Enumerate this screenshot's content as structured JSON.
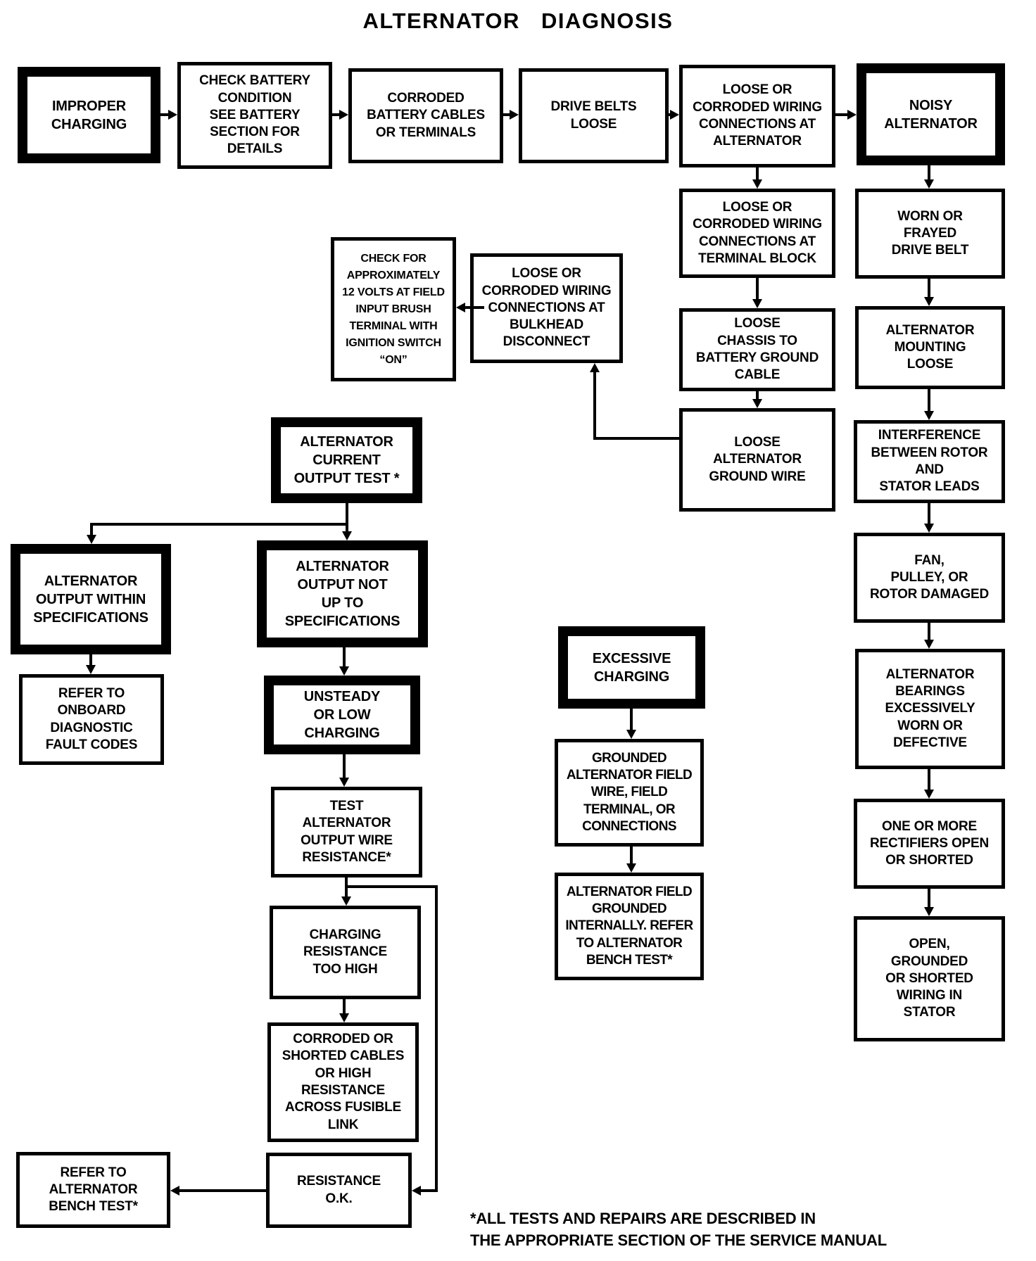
{
  "title": "ALTERNATOR DIAGNOSIS",
  "footnote": "*ALL TESTS AND REPAIRS ARE DESCRIBED IN\nTHE APPROPRIATE SECTION OF THE SERVICE MANUAL",
  "colors": {
    "ink": "#000000",
    "paper": "#ffffff"
  },
  "nodes": {
    "improper_charging": "IMPROPER\nCHARGING",
    "check_battery": "CHECK BATTERY\nCONDITION\nSEE BATTERY\nSECTION FOR\nDETAILS",
    "corroded_battery_cables": "CORRODED\nBATTERY CABLES\nOR TERMINALS",
    "drive_belts_loose": "DRIVE BELTS\nLOOSE",
    "loose_wiring_alternator": "LOOSE OR\nCORRODED WIRING\nCONNECTIONS AT\nALTERNATOR",
    "noisy_alternator": "NOISY\nALTERNATOR",
    "loose_wiring_terminal_block": "LOOSE OR\nCORRODED WIRING\nCONNECTIONS AT\nTERMINAL BLOCK",
    "loose_chassis_ground_cable": "LOOSE\nCHASSIS TO\nBATTERY GROUND\nCABLE",
    "loose_alternator_ground_wire": "LOOSE\nALTERNATOR\nGROUND WIRE",
    "worn_frayed_drive_belt": "WORN OR\nFRAYED\nDRIVE BELT",
    "alternator_mounting_loose": "ALTERNATOR\nMOUNTING\nLOOSE",
    "interference_rotor_stator": "INTERFERENCE\nBETWEEN ROTOR\nAND\nSTATOR LEADS",
    "fan_pulley_rotor_damaged": "FAN,\nPULLEY, OR\nROTOR DAMAGED",
    "alternator_bearings_worn": "ALTERNATOR\nBEARINGS\nEXCESSIVELY\nWORN OR\nDEFECTIVE",
    "rectifiers_open_shorted": "ONE OR MORE\nRECTIFIERS OPEN\nOR SHORTED",
    "stator_wiring_fault": "OPEN,\nGROUNDED\nOR SHORTED\nWIRING IN\nSTATOR",
    "check_12_volts_field": "CHECK FOR\nAPPROXIMATELY\n12 VOLTS AT FIELD\nINPUT BRUSH\nTERMINAL WITH\nIGNITION SWITCH\n“ON”",
    "loose_wiring_bulkhead": "LOOSE OR\nCORRODED WIRING\nCONNECTIONS AT\nBULKHEAD\nDISCONNECT",
    "alternator_current_output_test": "ALTERNATOR\nCURRENT\nOUTPUT TEST *",
    "output_within_specs": "ALTERNATOR\nOUTPUT WITHIN\nSPECIFICATIONS",
    "output_not_up_to_specs": "ALTERNATOR\nOUTPUT NOT\nUP TO\nSPECIFICATIONS",
    "refer_onboard_diagnostics": "REFER TO\nONBOARD\nDIAGNOSTIC\nFAULT CODES",
    "unsteady_low_charging": "UNSTEADY\nOR LOW\nCHARGING",
    "test_output_wire_resistance": "TEST\nALTERNATOR\nOUTPUT WIRE\nRESISTANCE*",
    "charging_resistance_too_high": "CHARGING\nRESISTANCE\nTOO HIGH",
    "corroded_shorted_cables_fusible_link": "CORRODED OR\nSHORTED CABLES\nOR HIGH\nRESISTANCE\nACROSS FUSIBLE\nLINK",
    "resistance_ok": "RESISTANCE\nO.K.",
    "refer_alternator_bench_test": "REFER TO\nALTERNATOR\nBENCH TEST*",
    "excessive_charging": "EXCESSIVE\nCHARGING",
    "grounded_field_wire": "GROUNDED\nALTERNATOR FIELD\nWIRE, FIELD\nTERMINAL, OR\nCONNECTIONS",
    "field_grounded_internally": "ALTERNATOR FIELD\nGROUNDED\nINTERNALLY. REFER\nTO ALTERNATOR\nBENCH TEST*"
  }
}
